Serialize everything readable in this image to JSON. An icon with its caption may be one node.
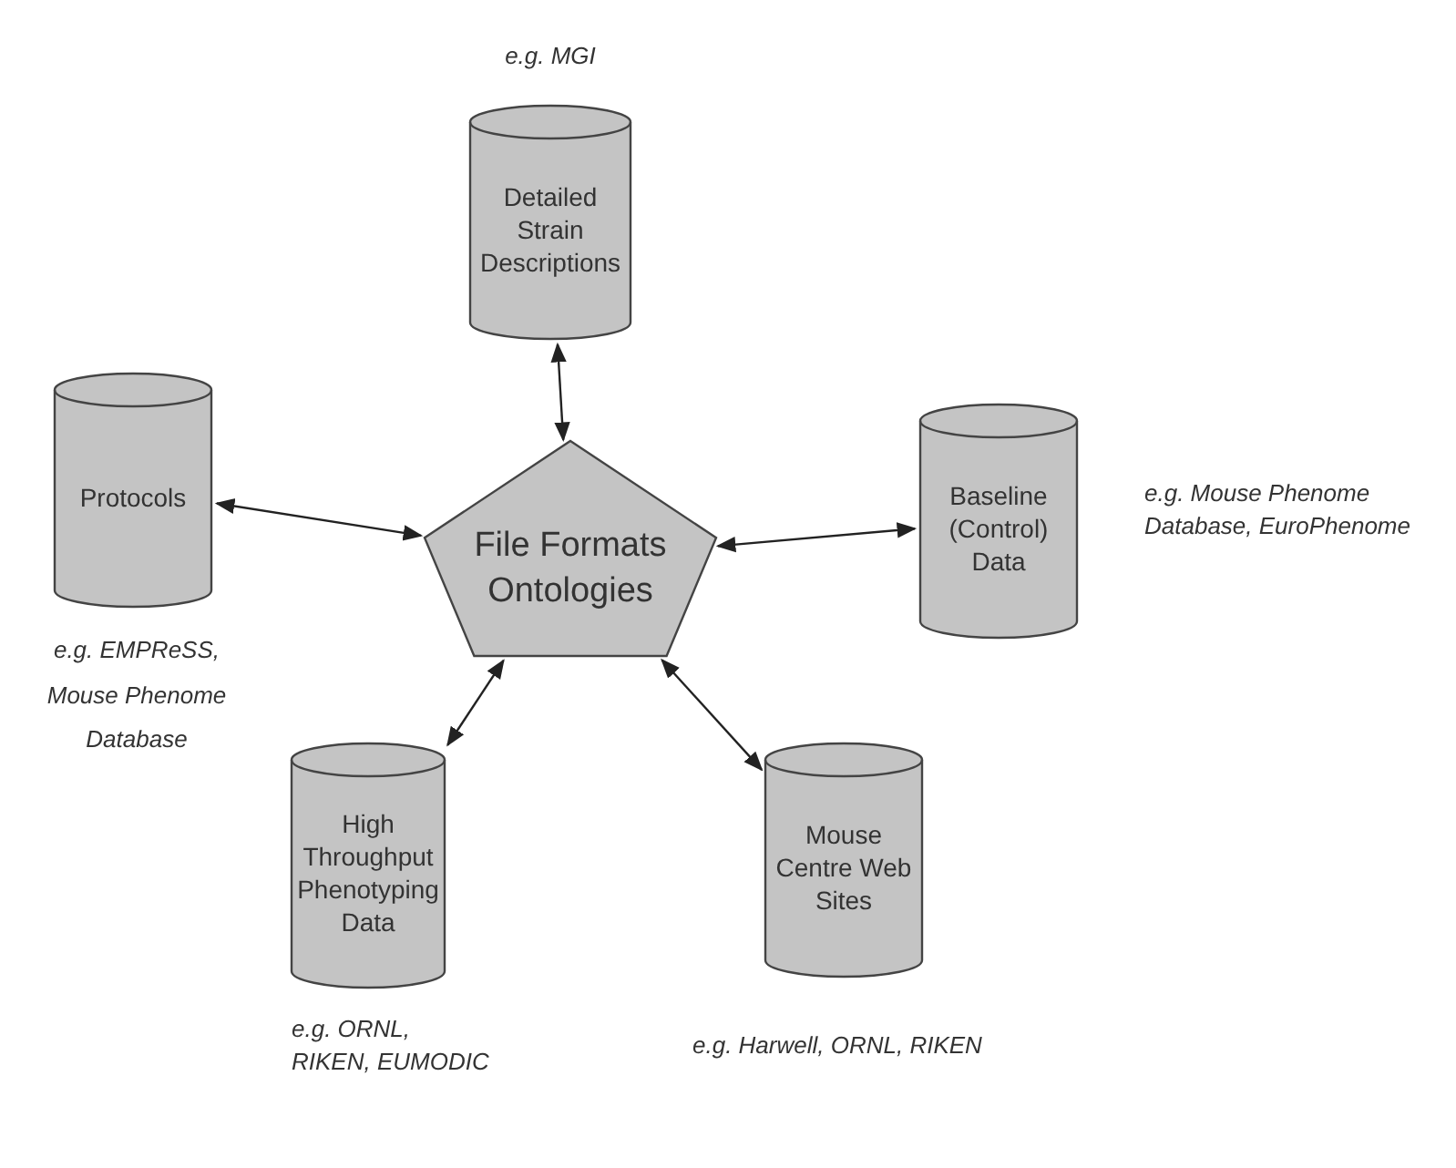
{
  "diagram": {
    "nodes": [
      {
        "text": [
          "Detailed Strain Descriptions"
        ],
        "beside": [
          "e.g. MGI"
        ]
      },
      {
        "text": [
          "Protocols"
        ],
        "beside": [
          "e.g. EMPReSS, Mouse Phenome Database"
        ]
      },
      {
        "text": [
          "File Formats Ontologies"
        ]
      },
      {
        "text": [
          "Baseline (Control) Data"
        ],
        "beside": [
          "e.g. Mouse Phenome Database, EuroPhenome"
        ]
      },
      {
        "text": [
          "High Throughput Phenotyping Data"
        ],
        "beside": [
          "e.g. ORNL, RIKEN, EUMODIC"
        ]
      },
      {
        "text": [
          "Mouse Centre Web Sites"
        ],
        "beside": [
          "e.g. Harwell, ORNL, RIKEN"
        ]
      }
    ],
    "edges": [
      {
        "from": 2,
        "to": 0,
        "arrow": "both"
      },
      {
        "from": 2,
        "to": 1,
        "arrow": "both"
      },
      {
        "from": 2,
        "to": 3,
        "arrow": "both"
      },
      {
        "from": 2,
        "to": 4,
        "arrow": "both"
      },
      {
        "from": 2,
        "to": 5,
        "arrow": "both"
      }
    ]
  }
}
